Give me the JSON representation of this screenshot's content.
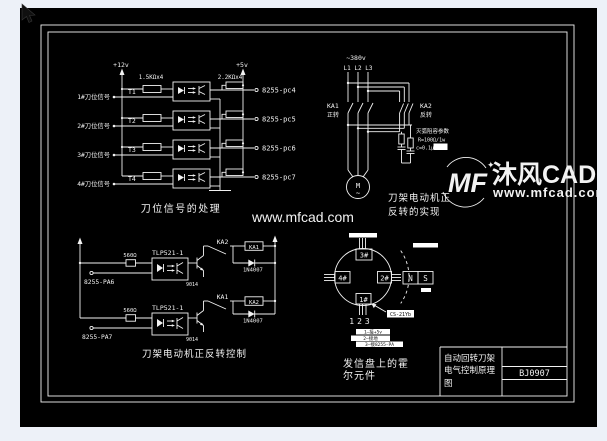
{
  "page": {
    "bg": "#edf1f8"
  },
  "canvas": {
    "bg": "#000000",
    "line": "#f2f2f2"
  },
  "watermark": {
    "center_url": "www.mfcad.com",
    "brand_mf": "MF",
    "brand": "沐风CAD",
    "brand_url": "www.mfcad.com",
    "sparkle": "✦",
    "grey": "#565656",
    "light_grey": "#8e8e8e"
  },
  "signal_processing": {
    "title": "刀位信号的处理",
    "vcc_left": "+12v",
    "vcc_right": "+5v",
    "r_left": "1.5KΩx4",
    "r_right": "2.2KΩx4",
    "rows": [
      {
        "input": "1#刀位信号",
        "tag": "T1",
        "output": "8255-pc4"
      },
      {
        "input": "2#刀位信号",
        "tag": "T2",
        "output": "8255-pc5"
      },
      {
        "input": "3#刀位信号",
        "tag": "T3",
        "output": "8255-pc6"
      },
      {
        "input": "4#刀位信号",
        "tag": "T4",
        "output": "8255-pc7"
      }
    ]
  },
  "power": {
    "supply": "~380v",
    "phases": "L1 L2 L3",
    "left_contact": "KA1",
    "left_contact_sub": "正转",
    "right_contact": "KA2",
    "right_contact_sub": "反转",
    "rc_title": "灭弧阻容参数",
    "rc_r": "R=100Ω/1w",
    "rc_c": "c=0.1μ",
    "motor_letter": "M",
    "motor_wave": "~",
    "caption1": "刀架电动机正",
    "caption2": "反转的实现"
  },
  "control": {
    "title": "刀架电动机正反转控制",
    "rows": [
      {
        "input": "8255-PA6",
        "res": "560Ω",
        "opto": "TLP521-1",
        "transistor": "9014",
        "contact": "KA2",
        "coil": "KA1",
        "diode": "1N4007"
      },
      {
        "input": "8255-PA7",
        "res": "560Ω",
        "opto": "TLP521-1",
        "transistor": "9014",
        "contact": "KA1",
        "coil": "KA2",
        "diode": "1N4007"
      }
    ]
  },
  "hall": {
    "caption1": "发信盘上的霍",
    "caption2": "尔元件",
    "sensor_top": "3#",
    "sensor_left": "4#",
    "sensor_right": "2#",
    "sensor_bottom": "1#",
    "pins": "123",
    "magnet_n": "N",
    "magnet_s": "S",
    "sensor_label": "CS-21Yb",
    "legend1": "1—接+5v",
    "legend2": "2—接地",
    "legend3": "3—接8255-PA"
  },
  "title_block": {
    "l1": "自动回转刀架",
    "l2": "电气控制原理",
    "l3": "图",
    "code": "BJ0907"
  }
}
